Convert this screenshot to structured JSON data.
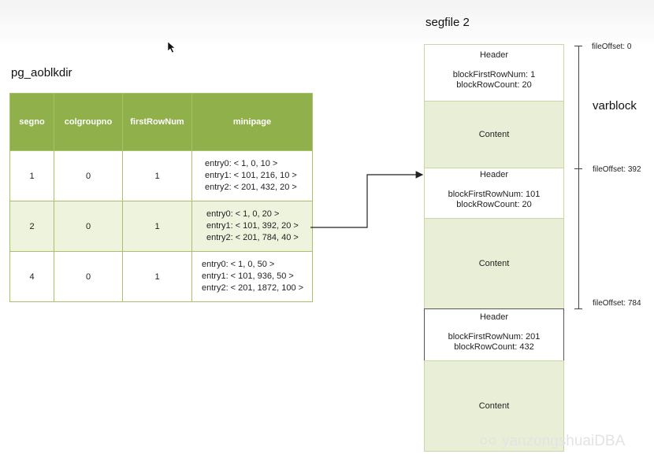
{
  "table": {
    "title": "pg_aoblkdir",
    "headers": [
      "segno",
      "colgroupno",
      "firstRowNum",
      "minipage"
    ],
    "rows": [
      {
        "segno": "1",
        "colgroupno": "0",
        "firstRowNum": "1",
        "minipage": [
          "entry0: < 1, 0, 10 >",
          "entry1: < 101, 216, 10 >",
          "entry2: < 201, 432, 20 >"
        ]
      },
      {
        "segno": "2",
        "colgroupno": "0",
        "firstRowNum": "1",
        "minipage": [
          "entry0: < 1, 0, 20 >",
          "entry1: < 101, 392, 20 >",
          "entry2: < 201, 784, 40 >"
        ]
      },
      {
        "segno": "4",
        "colgroupno": "0",
        "firstRowNum": "1",
        "minipage": [
          "entry0: < 1, 0, 50 >",
          "entry1: < 101, 936, 50 >",
          "entry2: < 201, 1872, 100 >"
        ]
      }
    ]
  },
  "segfile": {
    "title": "segfile 2",
    "blocks": [
      {
        "header": "Header",
        "first": "blockFirstRowNum: 1",
        "count": "blockRowCount: 20",
        "content": "Content"
      },
      {
        "header": "Header",
        "first": "blockFirstRowNum: 101",
        "count": "blockRowCount: 20",
        "content": "Content"
      },
      {
        "header": "Header",
        "first": "blockFirstRowNum: 201",
        "count": "blockRowCount: 432",
        "content": "Content"
      }
    ]
  },
  "annotations": {
    "offsets": [
      "fileOffset: 0",
      "fileOffset: 392",
      "fileOffset: 784"
    ],
    "varblock": "varblock"
  },
  "watermark": "yanzongshuaiDBA"
}
